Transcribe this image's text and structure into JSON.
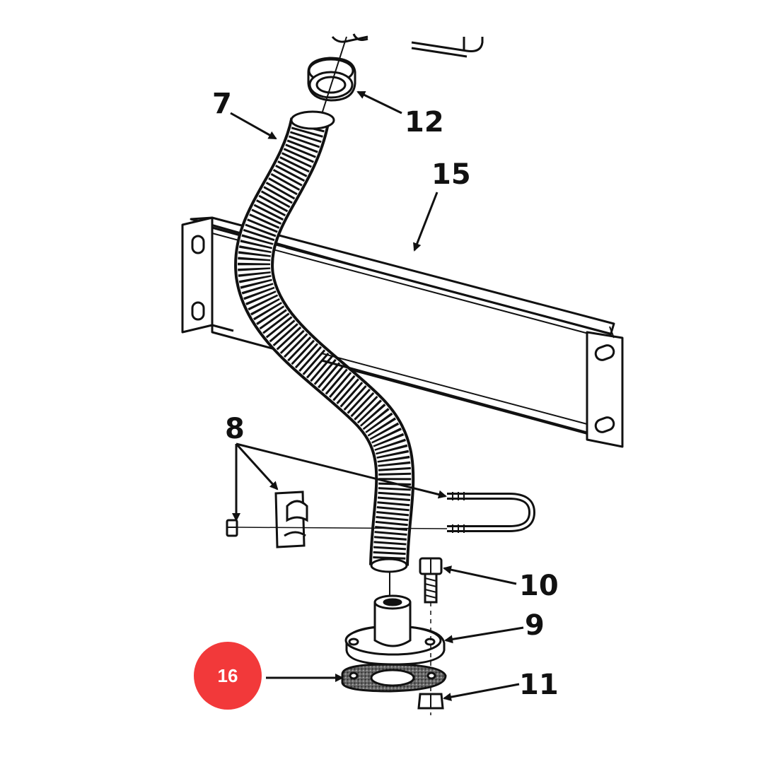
{
  "callouts": {
    "c7": "7",
    "c12": "12",
    "c15": "15",
    "c8": "8",
    "c10": "10",
    "c9": "9",
    "c11": "11"
  },
  "highlight": {
    "label": "16",
    "color": "#f2393a"
  },
  "line_color": "#111111"
}
